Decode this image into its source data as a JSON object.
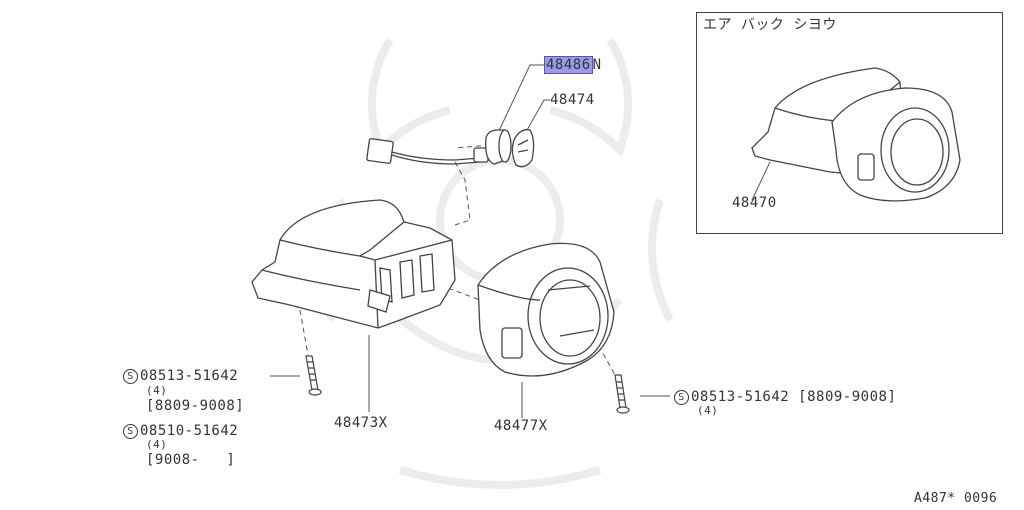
{
  "inset": {
    "title": "エア バック シヨウ",
    "part_label": "48470"
  },
  "parts": {
    "p48486": {
      "prefix": "48486",
      "suffix": "N"
    },
    "p48474": "48474",
    "p48473": "48473X",
    "p48477": "48477X"
  },
  "screws_left": [
    {
      "symbol": "S",
      "number": "08513-51642",
      "qty": "(4)",
      "dates": "[8809-9008]"
    },
    {
      "symbol": "S",
      "number": "08510-51642",
      "qty": "(4)",
      "dates": "[9008-   ]"
    }
  ],
  "screw_right": {
    "symbol": "S",
    "number": "08513-51642",
    "dates": "[8809-9008]",
    "qty": "(4)"
  },
  "footer_code": "A487* 0096",
  "colors": {
    "highlight": "#9b9be6",
    "line": "#555555",
    "watermark": "#ececec"
  }
}
